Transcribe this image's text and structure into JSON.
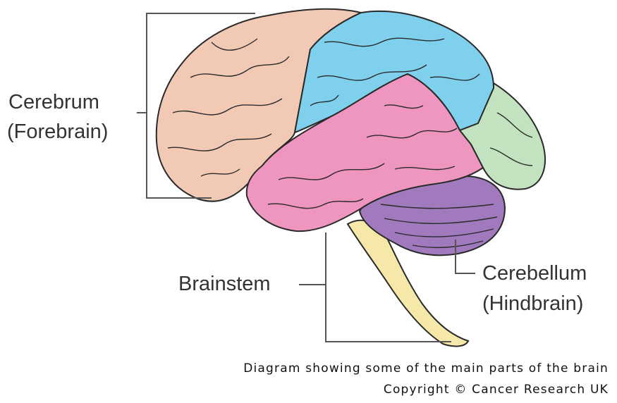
{
  "labels": {
    "cerebrum": "Cerebrum",
    "forebrain": "(Forebrain)",
    "brainstem": "Brainstem",
    "cerebellum": "Cerebellum",
    "hindbrain": "(Hindbrain)"
  },
  "caption": {
    "line1": "Diagram showing some of the main parts of the brain",
    "line2": "Copyright © Cancer Research UK"
  },
  "colors": {
    "frontal": "#f2c9b5",
    "parietal": "#7fd0ec",
    "temporal": "#ee96c0",
    "occipital": "#c3e3c0",
    "cerebellum": "#a07abd",
    "brainstem": "#f6e8a8",
    "outline": "#2a2a2a",
    "leader": "#555555"
  }
}
